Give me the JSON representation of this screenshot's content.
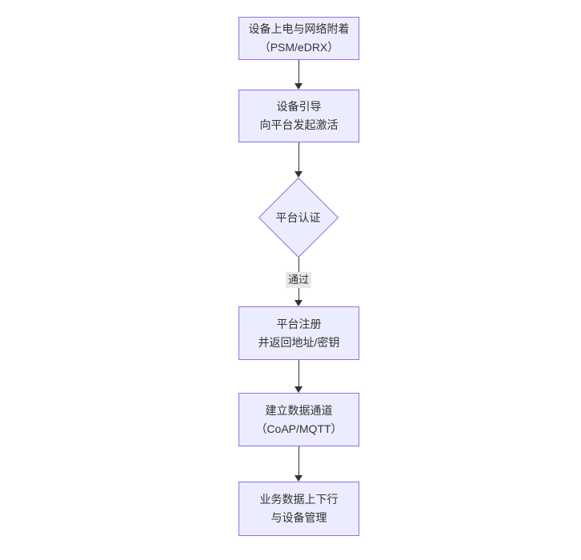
{
  "theme": {
    "background": "#ffffff",
    "node_fill": "#ECECFF",
    "node_border": "#9370DB",
    "node_text": "#333333",
    "edge_color": "#333333",
    "edge_label_bg": "#e8e8e8"
  },
  "flow": {
    "type": "flowchart-vertical",
    "nodes": [
      {
        "id": "A",
        "shape": "rect",
        "lines": [
          "设备上电与网络附着",
          "（PSM/eDRX）"
        ]
      },
      {
        "id": "B",
        "shape": "rect",
        "lines": [
          "设备引导",
          "向平台发起激活"
        ]
      },
      {
        "id": "C",
        "shape": "diamond",
        "lines": [
          "平台认证"
        ]
      },
      {
        "id": "D",
        "shape": "rect",
        "lines": [
          "平台注册",
          "并返回地址/密钥"
        ]
      },
      {
        "id": "E",
        "shape": "rect",
        "lines": [
          "建立数据通道",
          "（CoAP/MQTT）"
        ]
      },
      {
        "id": "F",
        "shape": "rect",
        "lines": [
          "业务数据上下行",
          "与设备管理"
        ]
      }
    ],
    "edges": [
      {
        "from": "A",
        "to": "B",
        "label": ""
      },
      {
        "from": "B",
        "to": "C",
        "label": ""
      },
      {
        "from": "C",
        "to": "D",
        "label": "通过"
      },
      {
        "from": "D",
        "to": "E",
        "label": ""
      },
      {
        "from": "E",
        "to": "F",
        "label": ""
      }
    ]
  }
}
